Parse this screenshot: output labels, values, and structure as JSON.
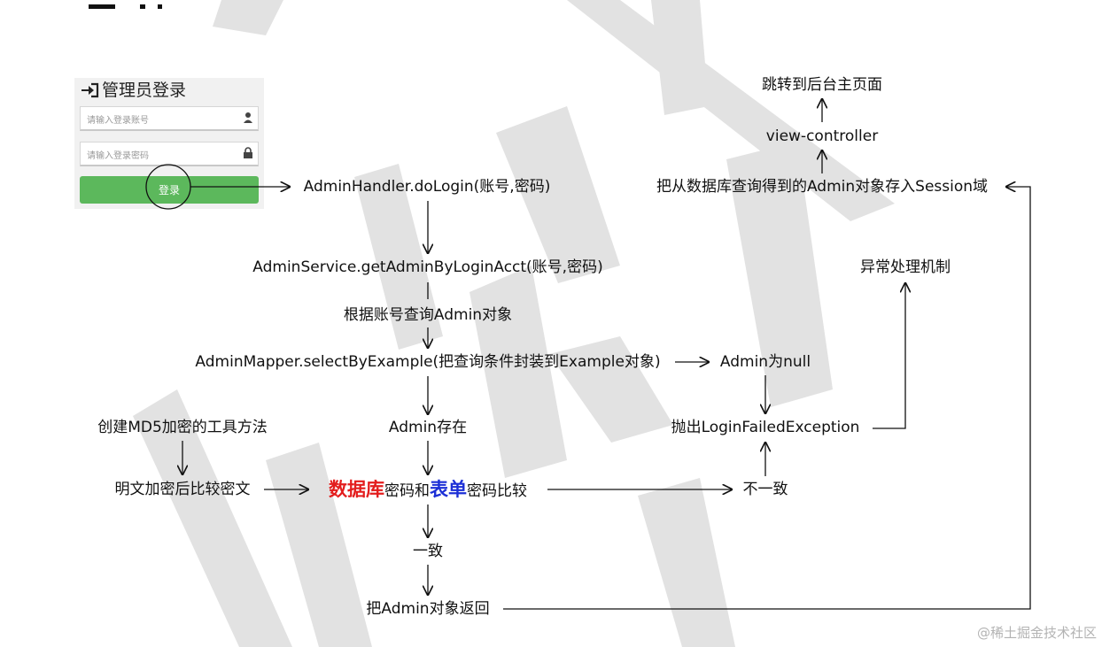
{
  "login": {
    "title": "管理员登录",
    "account_placeholder": "请输入登录账号",
    "password_placeholder": "请输入登录密码",
    "login_button": "登录"
  },
  "nodes": {
    "do_login": "AdminHandler.doLogin(账号,密码)",
    "get_admin": "AdminService.getAdminByLoginAcct(账号,密码)",
    "query_by_acct": "根据账号查询Admin对象",
    "select_by_example": "AdminMapper.selectByExample(把查询条件封装到Example对象)",
    "admin_null": "Admin为null",
    "admin_exists": "Admin存在",
    "create_md5": "创建MD5加密的工具方法",
    "plain_encrypt": "明文加密后比较密文",
    "compare_db": "数据库",
    "compare_mid1": "密码和",
    "compare_form": "表单",
    "compare_mid2": "密码比较",
    "mismatch": "不一致",
    "match": "一致",
    "return_admin": "把Admin对象返回",
    "throw_exception": "抛出LoginFailedException",
    "exception_mech": "异常处理机制",
    "store_session": "把从数据库查询得到的Admin对象存入Session域",
    "view_controller": "view-controller",
    "jump_main": "跳转到后台主页面"
  },
  "watermark": "@稀土掘金技术社区",
  "colors": {
    "accent_red": "#e31d1d",
    "accent_blue": "#1c2fd6",
    "button_green": "#5cb85c",
    "line": "#111111",
    "background_mark": "#dedede"
  }
}
